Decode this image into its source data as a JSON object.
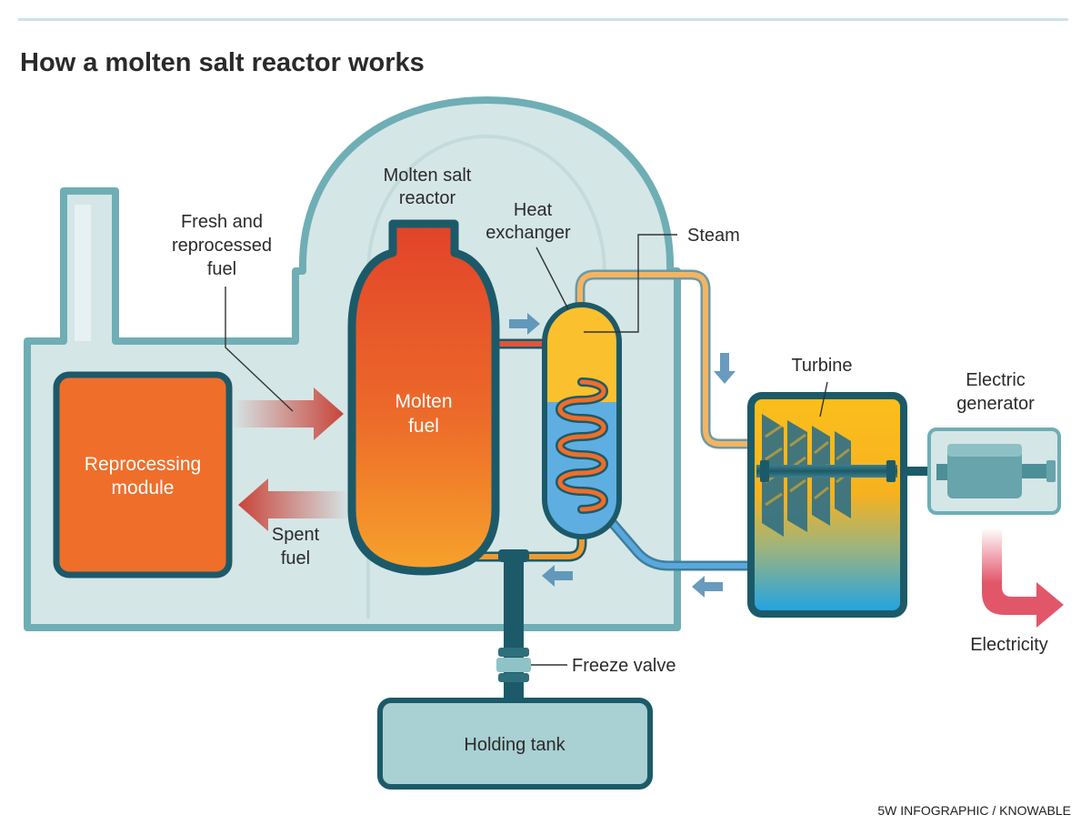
{
  "title": "How a molten salt reactor works",
  "credit": "5W INFOGRAPHIC / KNOWABLE",
  "labels": {
    "reactor_l1": "Molten salt",
    "reactor_l2": "reactor",
    "heat_l1": "Heat",
    "heat_l2": "exchanger",
    "steam": "Steam",
    "fresh_l1": "Fresh and",
    "fresh_l2": "reprocessed",
    "fresh_l3": "fuel",
    "molten_l1": "Molten",
    "molten_l2": "fuel",
    "reproc_l1": "Reprocessing",
    "reproc_l2": "module",
    "spent_l1": "Spent",
    "spent_l2": "fuel",
    "turbine": "Turbine",
    "gen_l1": "Electric",
    "gen_l2": "generator",
    "electricity": "Electricity",
    "freeze": "Freeze valve",
    "holding": "Holding tank"
  },
  "colors": {
    "rule": "#cfe3e4",
    "building_fill": "#d5e6e7",
    "building_stroke": "#6eaeb4",
    "dark_teal": "#1c5a69",
    "reprocessing": "#ef6e2a",
    "fuel_top": "#e2432a",
    "fuel_bottom": "#f7a22b",
    "hx_top": "#fbc02d",
    "hx_bottom": "#5eaee2",
    "turbine_bottom": "#1da3e6",
    "steam_pipe": "#f5b461",
    "water_pipe": "#5aa7df",
    "electricity": "#e2566a",
    "fuel_arrow": "#c9443a",
    "flow_arrow": "#4e8ab1"
  }
}
